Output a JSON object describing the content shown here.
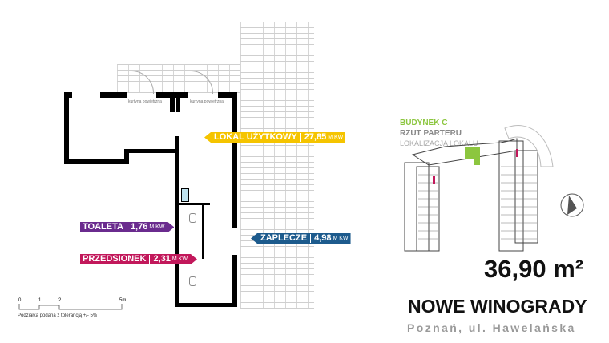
{
  "plan": {
    "door_label": "kurtyna powietrzna",
    "rooms": [
      {
        "name": "LOKAL UŻYTKOWY",
        "area": "27,85",
        "unit": "M KW",
        "color": "#f5c400"
      },
      {
        "name": "TOALETA",
        "area": "1,76",
        "unit": "M KW",
        "color": "#6a2b8e"
      },
      {
        "name": "ZAPLECZE",
        "area": "4,98",
        "unit": "M KW",
        "color": "#1d5b8d"
      },
      {
        "name": "PRZEDSIONEK",
        "area": "2,31",
        "unit": "M KW",
        "color": "#c2185b"
      }
    ]
  },
  "scale": {
    "ticks": [
      "0",
      "1",
      "2",
      "5m"
    ],
    "note": "Podziałka podana z tolerancją +/- 5%"
  },
  "location": {
    "building": "BUDYNEK C",
    "floor": "RZUT PARTERU",
    "subtitle": "LOKALIZACJA LOKALU",
    "highlight_color": "#8cc63f"
  },
  "total_area": {
    "value": "36,90",
    "unit": "m²"
  },
  "project": {
    "name": "NOWE WINOGRADY",
    "address": "Poznań, ul. Hawelańska"
  }
}
